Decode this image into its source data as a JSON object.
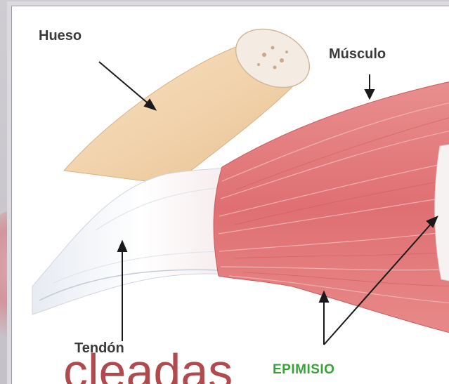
{
  "labels": {
    "bone": "Hueso",
    "muscle": "Músculo",
    "tendon": "Tendón",
    "epimysium": "EPIMISIO"
  },
  "caption": "cleadas",
  "colors": {
    "muscle": "#e0787a",
    "tendon": "#f4f4f8",
    "bone": "#f2d6b4",
    "epimysium_label": "#3aa13a",
    "caption": "#b04a4e"
  }
}
